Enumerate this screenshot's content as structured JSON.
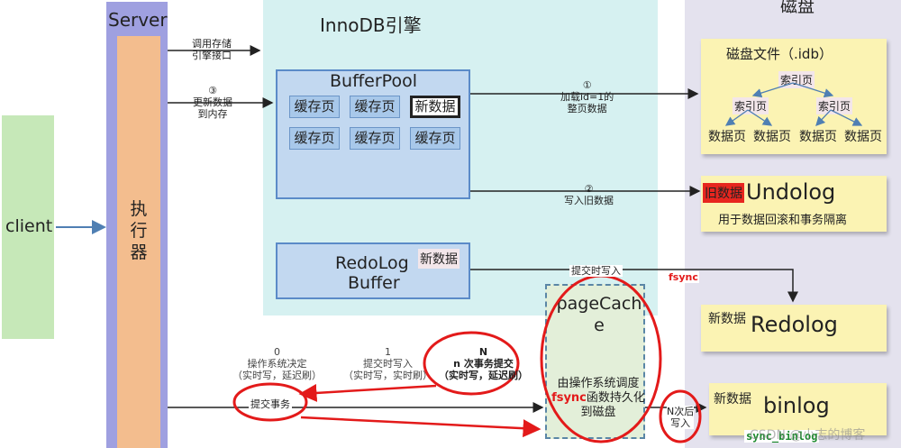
{
  "client": {
    "label": "client"
  },
  "server": {
    "title": "Server",
    "executor": "执\n行\n器"
  },
  "innodb": {
    "title": "InnoDB引擎"
  },
  "disk": {
    "title": "磁盘"
  },
  "bufferpool": {
    "title": "BufferPool",
    "row1": [
      "缓存页",
      "缓存页",
      "新数据"
    ],
    "row2": [
      "缓存页",
      "缓存页",
      "缓存页"
    ]
  },
  "redolog_buffer": {
    "line1": "RedoLog",
    "line2": "Buffer",
    "tag": "新数据"
  },
  "idb": {
    "title": "磁盘文件（.idb）",
    "root_index": "索引页",
    "left_index": "索引页",
    "right_index": "索引页",
    "data_pages": [
      "数据页",
      "数据页",
      "数据页",
      "数据页"
    ]
  },
  "undolog": {
    "tag": "旧数据",
    "title": "Undolog",
    "subtitle": "用于数据回滚和事务隔离"
  },
  "redolog": {
    "tag": "新数据",
    "title": "Redolog"
  },
  "binlog": {
    "tag": "新数据",
    "title": "binlog",
    "sync": "sync_binlog"
  },
  "pagecache": {
    "title": "pageCache",
    "desc_pre": "由操作系统调度",
    "desc_fsync": "fsync",
    "desc_post": "函数持久化到磁盘"
  },
  "arrows": {
    "call_engine": "调用存储\n引擎接口",
    "update_mem": "③\n更新数据\n到内存",
    "load_page": "①\n加载id=1的\n整页数据",
    "write_old": "②\n写入旧数据",
    "commit_write": "提交时写入",
    "fsync": "fsync",
    "n_after_write": "N次后\n写入"
  },
  "policies": {
    "p0": "0\n操作系统决定\n（实时写，延迟刷）",
    "p1": "1\n提交时写入\n（实时写，实时刷）",
    "pN": "N\nn 次事务提交\n（实时写，延迟刷）"
  },
  "commit_txn": "提交事务",
  "watermark": "CSDN @小志的博客",
  "colors": {
    "red": "#e31a1a",
    "arrow": "#4f7fb3",
    "black": "#222222"
  }
}
